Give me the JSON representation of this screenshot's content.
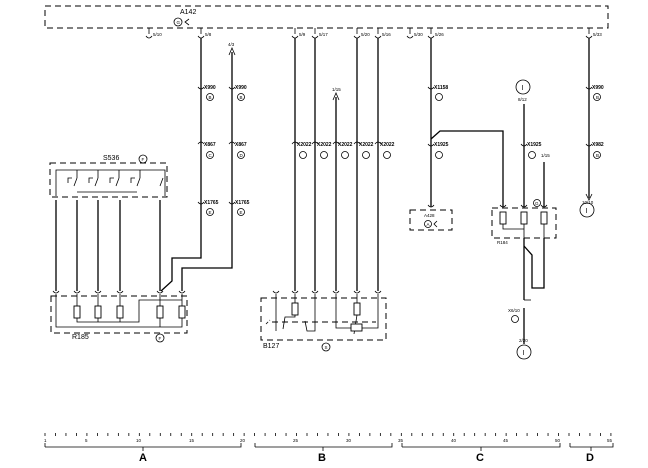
{
  "diagram": {
    "modules": {
      "a142": {
        "label": "A142",
        "circle": "G"
      },
      "s536": {
        "label": "S536",
        "circle": "F"
      },
      "r185": {
        "label": "R185",
        "circle": "F"
      },
      "b127": {
        "label": "B127",
        "circle": "S"
      },
      "a428": {
        "label": "A428",
        "circle": "A"
      },
      "r184": {
        "label": "R184"
      }
    },
    "connectors": {
      "x990_a": "X990",
      "x990_b": "X990",
      "x867_a": "X867",
      "x867_b": "X867",
      "x1765_a": "X1765",
      "x1765_b": "X1765",
      "x2022_1": "X2022",
      "x2022_2": "X2022",
      "x2022_3": "X2022",
      "x2022_4": "X2022",
      "x2022_5": "X2022",
      "x1158": "X1158",
      "x1925_a": "X1925",
      "x1925_b": "X1925",
      "x990_d": "X990",
      "x982": "X982",
      "x6_10": "X6/10"
    },
    "connector_circles": {
      "b": "B",
      "c": "C",
      "d": "D",
      "e": "E",
      "g": "G"
    },
    "page_refs": {
      "p4_3": "4/3",
      "p1_15_b": "1/15",
      "p1_15_c": "1/15",
      "p8_12": "8/12",
      "p10_10": "10/10",
      "p2_20": "2/20"
    },
    "pin_refs": [
      "5/10",
      "5/8",
      "5/9",
      "5/17",
      "5/20",
      "5/16",
      "5/30",
      "5/26",
      "5/33"
    ],
    "ground_symbol": "I",
    "ruler": {
      "numbers": [
        "1",
        "5",
        "10",
        "15",
        "20",
        "25",
        "30",
        "35",
        "40",
        "45",
        "50",
        "55"
      ],
      "sections": [
        "A",
        "B",
        "C",
        "D"
      ]
    }
  }
}
